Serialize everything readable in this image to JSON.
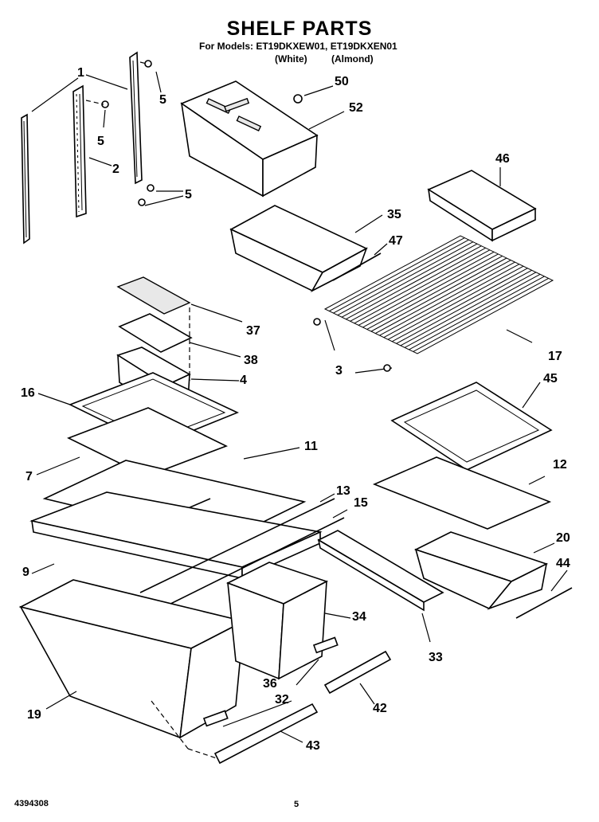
{
  "header": {
    "title": "SHELF PARTS",
    "models_line": "For Models: ET19DKXEW01, ET19DKXEN01",
    "variant_white": "(White)",
    "variant_almond": "(Almond)"
  },
  "callouts": [
    "1",
    "2",
    "3",
    "4",
    "5",
    "5",
    "5",
    "7",
    "9",
    "11",
    "12",
    "13",
    "15",
    "16",
    "17",
    "19",
    "20",
    "32",
    "33",
    "34",
    "35",
    "36",
    "37",
    "38",
    "42",
    "43",
    "44",
    "45",
    "46",
    "47",
    "50",
    "52"
  ],
  "footer": {
    "doc_number": "4394308",
    "page_number": "5"
  }
}
